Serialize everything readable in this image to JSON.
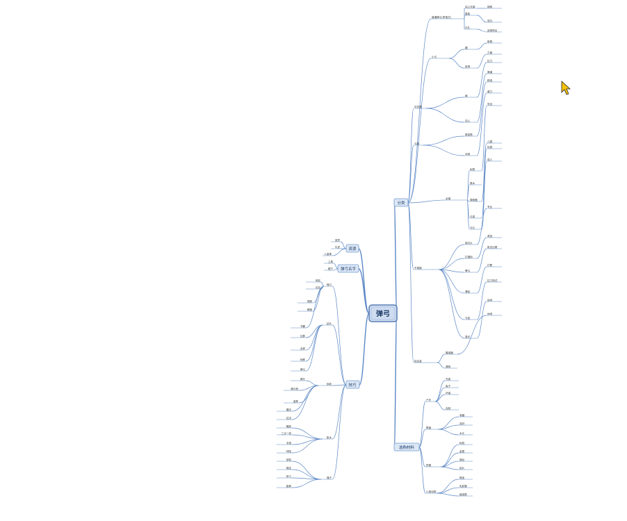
{
  "palette": {
    "line": "#5b87c5",
    "node_fill": "#dde8f6",
    "node_stroke": "#6d96cc",
    "root_fill": "#cfdcf0",
    "root_stroke": "#5a7fb5",
    "cursor": "#f4c20d"
  },
  "root": {
    "label": "弹弓"
  },
  "branches": [
    {
      "label": "分类"
    },
    {
      "label": "选购材料"
    },
    {
      "label": "资源"
    },
    {
      "label": "弹弓名字"
    },
    {
      "label": "技巧"
    }
  ],
  "leaves": [
    "普通弹弓(掌指式)",
    "小弓",
    "可折叠",
    "弓架",
    "全钢",
    "不锈钢",
    "铝合金",
    "实心长钢",
    "直板",
    "中孔",
    "圆",
    "皮带",
    "扁",
    "实心",
    "橡皮筋",
    "木制",
    "树杈",
    "橡木",
    "弹射器",
    "弓架",
    "弓片",
    "钢弓片",
    "打猎用",
    "弩弓",
    "滑轮",
    "弓弦",
    "激光",
    "瞄准器",
    "弹珠",
    "钢珠",
    "泥丸",
    "适用场合",
    "射程",
    "力度",
    "拉力",
    "弹道",
    "精准",
    "威力",
    "安全",
    "儿童",
    "玩具",
    "成人",
    "专业",
    "竞技",
    "射击比赛",
    "打靶",
    "拉力测试",
    "运动",
    "休闲",
    "户外",
    "野营",
    "狩猎",
    "小型动物",
    "鸟类",
    "兔子",
    "环保",
    "自制",
    "收藏",
    "选材",
    "木头",
    "树枝",
    "金属",
    "钢丝",
    "铝片",
    "橡皮",
    "乳胶管",
    "扁皮筋",
    "皮兜",
    "牛皮",
    "人造革",
    "工具",
    "锯子",
    "锉刀",
    "钻头",
    "砂纸",
    "胶水",
    "绳子",
    "网站",
    "论坛",
    "视频",
    "教程",
    "书籍",
    "社群",
    "名称",
    "别称",
    "弹弓",
    "弹叉",
    "弹弓枪",
    "姿势",
    "握法",
    "拉法",
    "瞄准",
    "三点一线",
    "手感",
    "呼吸",
    "放松",
    "稳定",
    "练习",
    "距离",
    "10米",
    "20米",
    "目标",
    "易拉罐",
    "纸靶",
    "维护",
    "更换皮筋",
    "清洁",
    "存放",
    "安全须知",
    "不对人",
    "佩戴眼镜",
    "远离人群"
  ]
}
